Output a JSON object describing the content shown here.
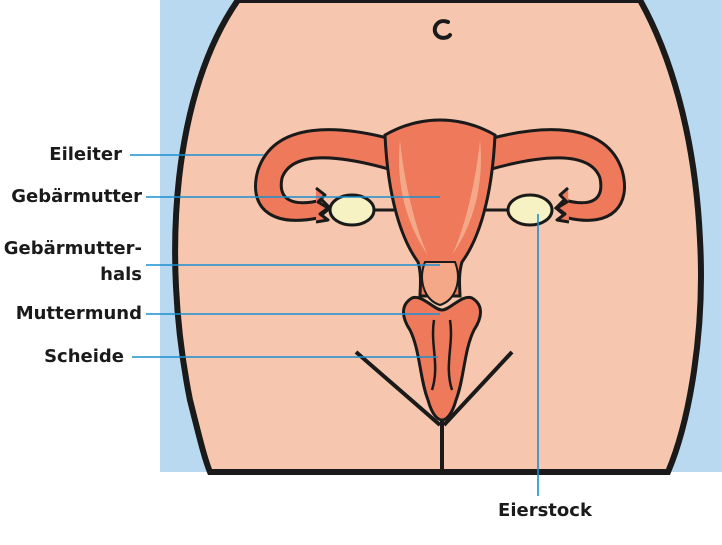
{
  "labels": {
    "eileiter": "Eileiter",
    "gebaermutter": "Gebärmutter",
    "gebaermutterhals_1": "Gebärmutter-",
    "gebaermutterhals_2": "hals",
    "muttermund": "Muttermund",
    "scheide": "Scheide",
    "eierstock": "Eierstock"
  },
  "colors": {
    "background_blue": "#b8d9ef",
    "skin": "#f6c7ae",
    "organ": "#ee7a5b",
    "organ_light": "#f5a888",
    "ovary": "#f7f2c4",
    "outline": "#1a1a1a",
    "leader_line": "#1b8fd1"
  }
}
